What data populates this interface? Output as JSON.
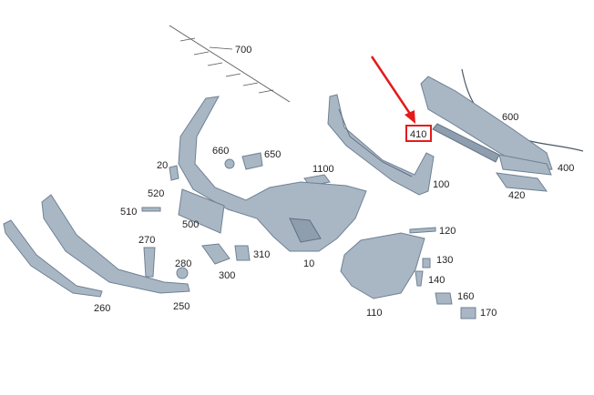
{
  "callouts": {
    "c700": "700",
    "c600": "600",
    "c410": "410",
    "c400": "400",
    "c420": "420",
    "c660": "660",
    "c650": "650",
    "c1100": "1100",
    "c100": "100",
    "c20": "20",
    "c520": "520",
    "c510": "510",
    "c500": "500",
    "c270": "270",
    "c280": "280",
    "c310": "310",
    "c300": "300",
    "c10": "10",
    "c120": "120",
    "c130": "130",
    "c140": "140",
    "c160": "160",
    "c170": "170",
    "c110": "110",
    "c260": "260",
    "c250": "250"
  },
  "highlight": {
    "label": "410",
    "color": "#e31b1b"
  },
  "colors": {
    "part": "#a9b7c5",
    "outline": "#6f8193"
  }
}
